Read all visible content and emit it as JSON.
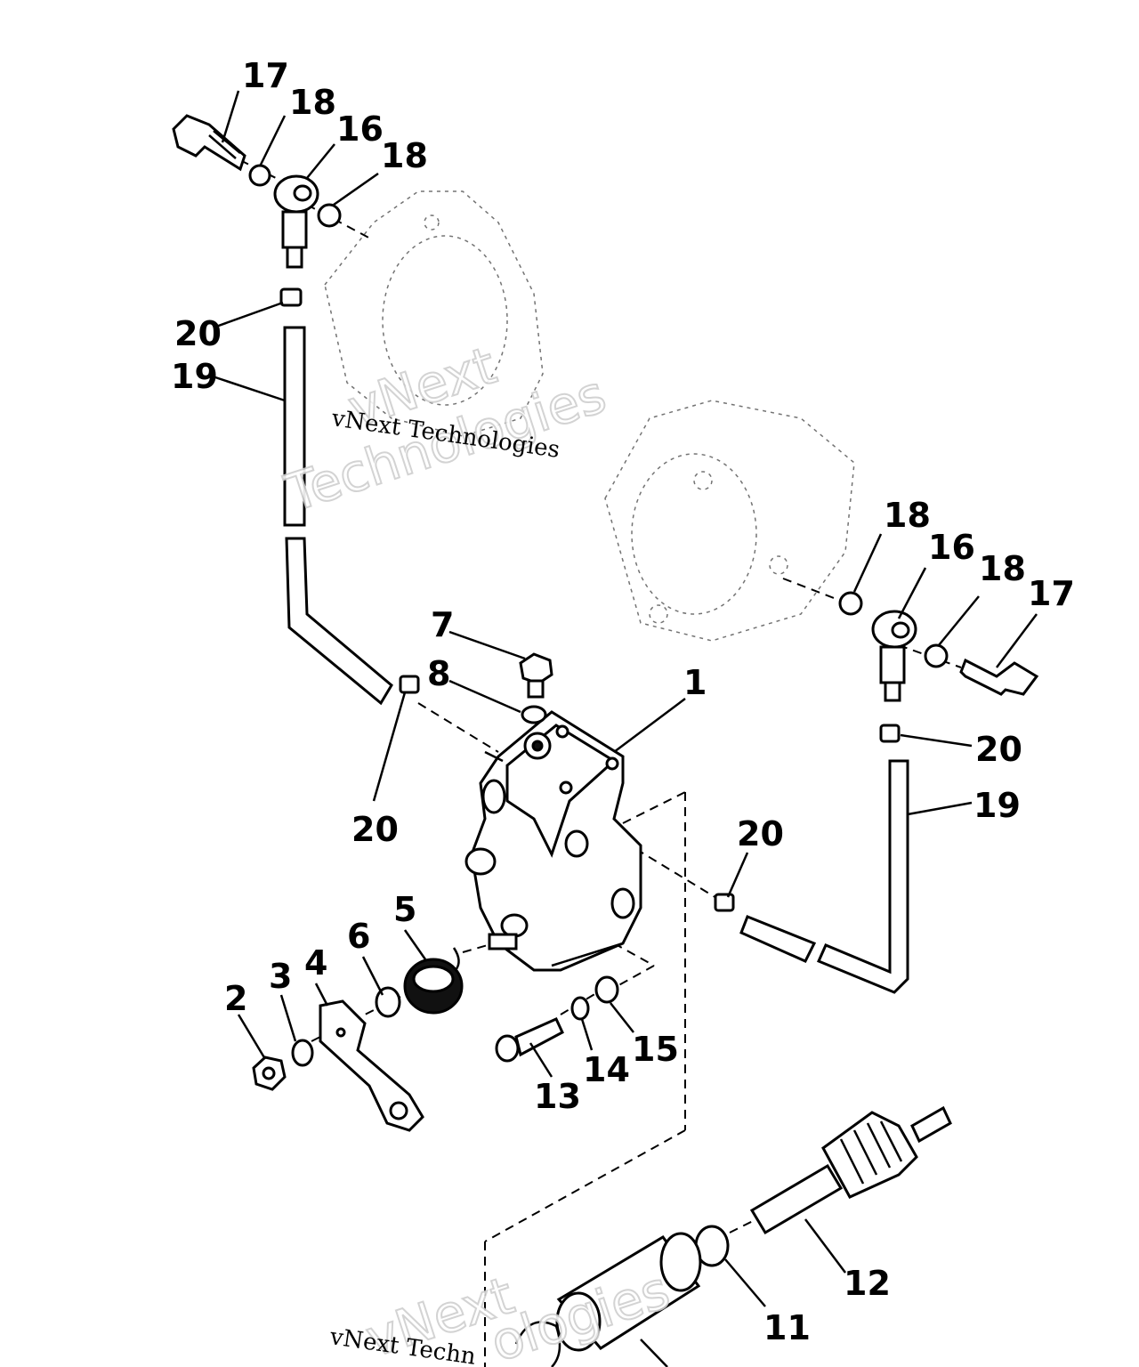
{
  "watermark": {
    "text_1": "vNext Technologies",
    "text_2": "vNext",
    "text_3": "Technologies",
    "text_4": "vNext Techn",
    "text_5": "vNext",
    "text_6": "ologies"
  },
  "callouts": {
    "c1": "1",
    "c2": "2",
    "c3": "3",
    "c4": "4",
    "c5": "5",
    "c6": "6",
    "c7": "7",
    "c8": "8",
    "c11": "11",
    "c12": "12",
    "c13": "13",
    "c14": "14",
    "c15": "15",
    "c16_left": "16",
    "c17_left": "17",
    "c18_left_a": "18",
    "c18_left_b": "18",
    "c19_left": "19",
    "c20_left_top": "20",
    "c20_left_mid": "20",
    "c16_right": "16",
    "c17_right": "17",
    "c18_right_a": "18",
    "c18_right_b": "18",
    "c19_right": "19",
    "c20_right_top": "20",
    "c20_right_mid": "20"
  }
}
